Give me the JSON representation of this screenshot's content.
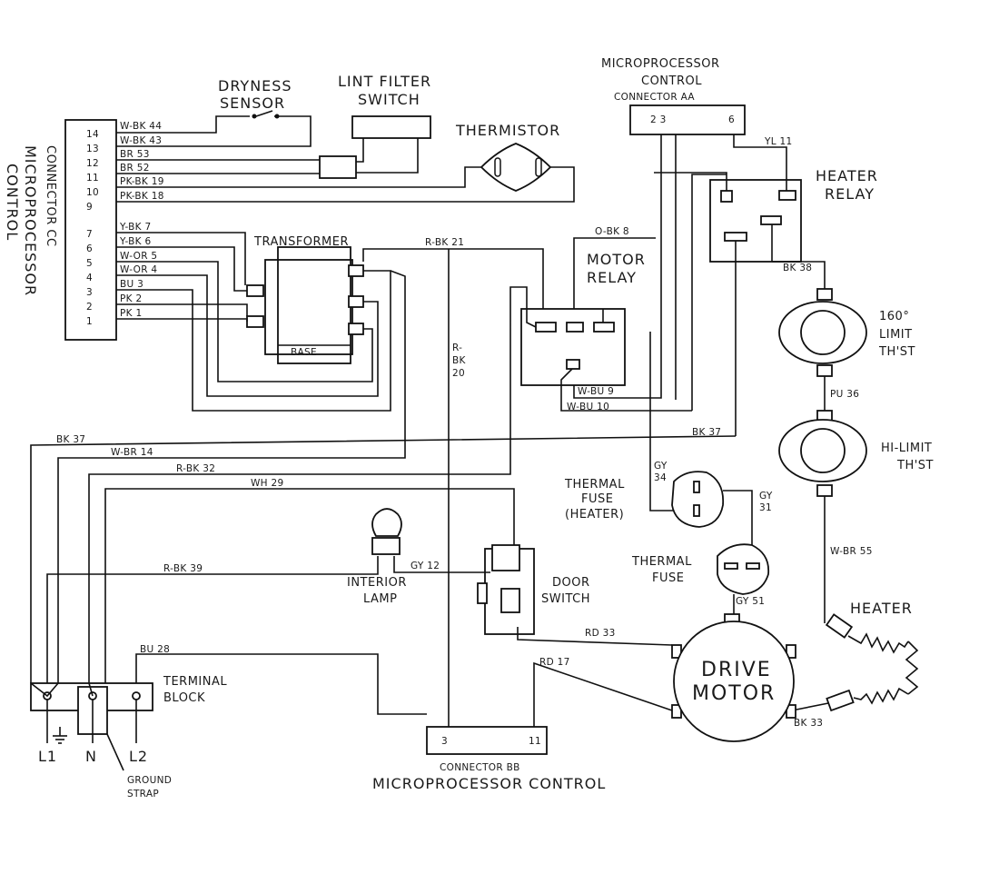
{
  "components": {
    "connector_cc": {
      "title_line1": "CONNECTOR CC",
      "title_line2": "MICROPROCESSOR",
      "title_line3": "CONTROL",
      "pins": [
        "14",
        "13",
        "12",
        "11",
        "10",
        "9",
        "7",
        "6",
        "5",
        "4",
        "3",
        "2",
        "1"
      ]
    },
    "dryness_sensor": {
      "line1": "DRYNESS",
      "line2": "SENSOR"
    },
    "lint_filter_switch": {
      "line1": "LINT FILTER",
      "line2": "SWITCH"
    },
    "thermistor": {
      "label": "THERMISTOR"
    },
    "connector_aa": {
      "line1": "MICROPROCESSOR",
      "line2": "CONTROL",
      "line3": "CONNECTOR AA",
      "pins": "2 3",
      "pin6": "6"
    },
    "heater_relay": {
      "line1": "HEATER",
      "line2": "RELAY"
    },
    "transformer": {
      "label": "TRANSFORMER",
      "base": "BASE"
    },
    "motor_relay": {
      "line1": "MOTOR",
      "line2": "RELAY"
    },
    "limit_160": {
      "line1": "160°",
      "line2": "LIMIT",
      "line3": "TH'ST"
    },
    "hi_limit": {
      "line1": "HI-LIMIT",
      "line2": "TH'ST"
    },
    "thermal_fuse_heater": {
      "line1": "THERMAL",
      "line2": "FUSE",
      "line3": "(HEATER)"
    },
    "thermal_fuse": {
      "line1": "THERMAL",
      "line2": "FUSE"
    },
    "interior_lamp": {
      "line1": "INTERIOR",
      "line2": "LAMP"
    },
    "door_switch": {
      "line1": "DOOR",
      "line2": "SWITCH"
    },
    "heater": {
      "label": "HEATER"
    },
    "drive_motor": {
      "line1": "DRIVE",
      "line2": "MOTOR"
    },
    "terminal_block": {
      "line1": "TERMINAL",
      "line2": "BLOCK",
      "l1": "L1",
      "n": "N",
      "l2": "L2",
      "ground1": "GROUND",
      "ground2": "STRAP"
    },
    "connector_bb": {
      "pin3": "3",
      "pin11": "11",
      "line1": "CONNECTOR BB",
      "line2": "MICROPROCESSOR CONTROL"
    }
  },
  "wires": {
    "w_bk_44": "W-BK 44",
    "w_bk_43": "W-BK 43",
    "br_53": "BR 53",
    "br_52": "BR 52",
    "pk_bk_19": "PK-BK 19",
    "pk_bk_18": "PK-BK 18",
    "y_bk_7": "Y-BK 7",
    "y_bk_6": "Y-BK 6",
    "w_or_5": "W-OR 5",
    "w_or_4": "W-OR 4",
    "bu_3": "BU 3",
    "pk_2": "PK 2",
    "pk_1": "PK 1",
    "r_bk_21": "R-BK 21",
    "r_bk_20a": "R-",
    "r_bk_20b": "BK",
    "r_bk_20c": "20",
    "o_bk_8": "O-BK 8",
    "yl_11": "YL 11",
    "bk_38": "BK 38",
    "pu_36": "PU 36",
    "w_bu_9": "W-BU 9",
    "w_bu_10": "W-BU 10",
    "bk_37_left": "BK 37",
    "bk_37_right": "BK 37",
    "w_br_14": "W-BR 14",
    "r_bk_32": "R-BK 32",
    "wh_29": "WH 29",
    "gy_34a": "GY",
    "gy_34b": "34",
    "gy_31a": "GY",
    "gy_31b": "31",
    "r_bk_39": "R-BK 39",
    "gy_12": "GY 12",
    "gy_51": "GY 51",
    "w_br_55": "W-BR 55",
    "rd_33": "RD 33",
    "rd_17": "RD 17",
    "bu_28": "BU 28",
    "bk_33": "BK 33"
  }
}
